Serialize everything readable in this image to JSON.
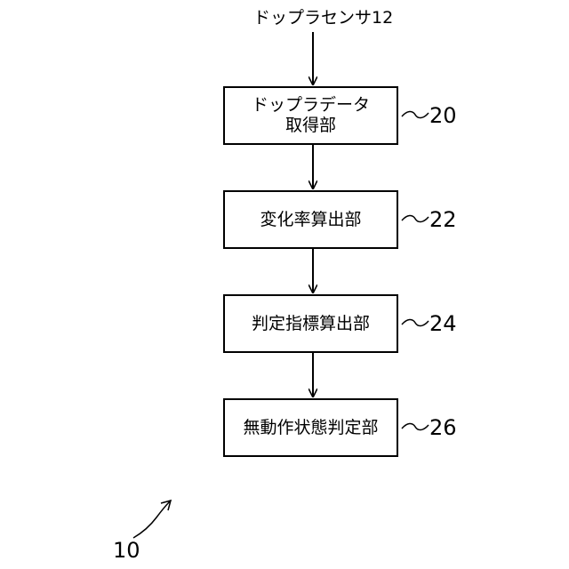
{
  "input_label": "ドップラセンサ12",
  "blocks": [
    {
      "lines": [
        "ドップラデータ",
        "取得部"
      ],
      "ref": "20"
    },
    {
      "lines": [
        "変化率算出部"
      ],
      "ref": "22"
    },
    {
      "lines": [
        "判定指標算出部"
      ],
      "ref": "24"
    },
    {
      "lines": [
        "無動作状態判定部"
      ],
      "ref": "26"
    }
  ],
  "system_ref": "10",
  "colors": {
    "line": "#000000",
    "background": "#ffffff"
  }
}
